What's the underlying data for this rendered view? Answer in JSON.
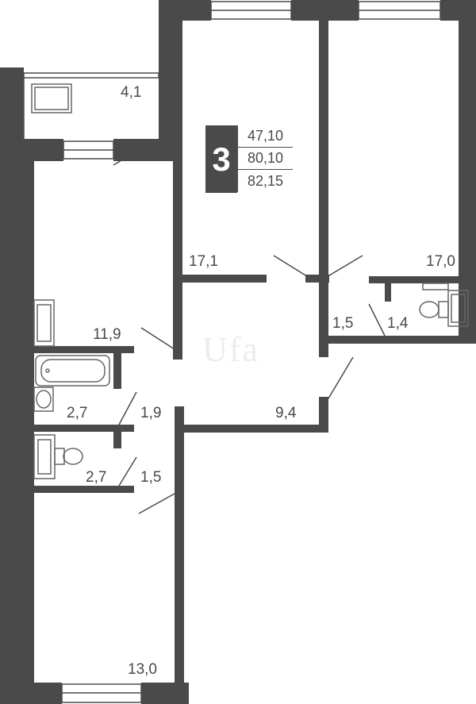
{
  "plan": {
    "rooms_count": "3",
    "areas": [
      "47,10",
      "80,10",
      "82,15"
    ],
    "watermark": "Ufa",
    "rooms": [
      {
        "id": "balcony",
        "area": "4,1"
      },
      {
        "id": "bedroom-center",
        "area": "17,1"
      },
      {
        "id": "bedroom-right",
        "area": "17,0"
      },
      {
        "id": "living-room",
        "area": "11,9"
      },
      {
        "id": "closet-right",
        "area": "1,5"
      },
      {
        "id": "wc-right",
        "area": "1,4"
      },
      {
        "id": "hall",
        "area": "9,4"
      },
      {
        "id": "bathroom",
        "area": "2,7"
      },
      {
        "id": "corridor",
        "area": "1,9"
      },
      {
        "id": "wc-left",
        "area": "2,7"
      },
      {
        "id": "closet-left",
        "area": "1,5"
      },
      {
        "id": "bedroom-bottom",
        "area": "13,0"
      }
    ]
  },
  "colors": {
    "wall": "#4a4a4a",
    "fixture": "#666666",
    "background": "#ffffff"
  }
}
